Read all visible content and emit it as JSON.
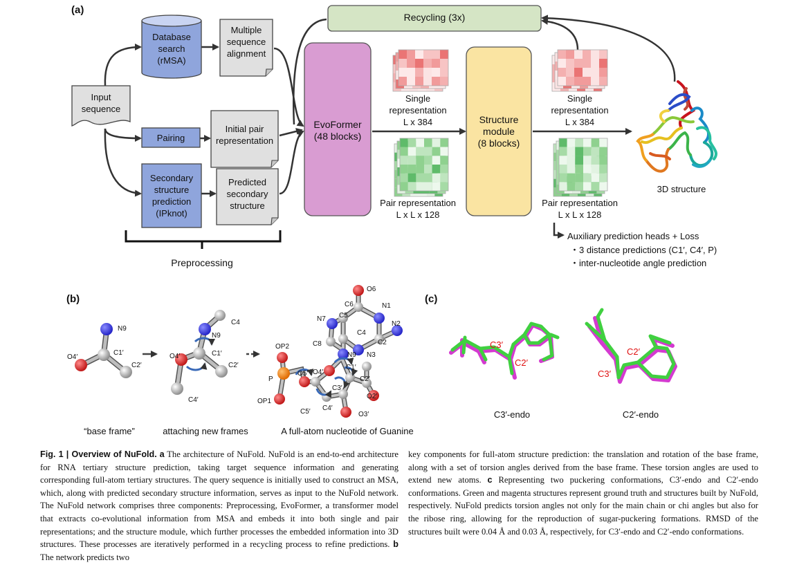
{
  "panels": {
    "a": "(a)",
    "b": "(b)",
    "c": "(c)"
  },
  "a": {
    "input": "Input\nsequence",
    "db_search": "Database\nsearch\n(rMSA)",
    "msa": "Multiple\nsequence\nalignment",
    "pairing": "Pairing",
    "initial_pair": "Initial pair\nrepresentation",
    "ss_pred": "Secondary\nstructure\nprediction\n(IPknot)",
    "pred_ss": "Predicted\nsecondary\nstructure",
    "recycling": "Recycling (3x)",
    "evoformer": "EvoFormer\n(48 blocks)",
    "structure_module": "Structure\nmodule\n(8 blocks)",
    "single_rep_1": "Single\nrepresentation\nL x 384",
    "pair_rep_1": "Pair representation\nL x L x 128",
    "single_rep_2": "Single\nrepresentation\nL x 384",
    "pair_rep_2": "Pair representation\nL x L x 128",
    "structure_3d": "3D structure",
    "preprocessing": "Preprocessing",
    "aux_title": "Auxiliary prediction heads + Loss",
    "aux_items": [
      "・3 distance predictions (C1′, C4′, P)",
      "・inter-nucleotide angle prediction"
    ]
  },
  "b": {
    "base_frame": "“base frame”",
    "attaching": "attaching new frames",
    "full_atom": "A full-atom nucleotide of Guanine",
    "atoms1": {
      "n9": "N9",
      "o4": "O4′",
      "c1": "C1′",
      "c2": "C2′"
    },
    "atoms2": {
      "c4": "C4",
      "n9": "N9",
      "o4": "O4′",
      "c1": "C1′",
      "c2": "C2′",
      "c4p": "C4′"
    },
    "atoms3": {
      "o6": "O6",
      "c6": "C6",
      "n1": "N1",
      "n7": "N7",
      "c5": "C5",
      "n2": "N2",
      "c4": "C4",
      "c2": "C2",
      "c8": "C8",
      "n9": "N9",
      "n3": "N3",
      "op2": "OP2",
      "c1": "C1′",
      "o5": "O5′",
      "o4": "O4′",
      "p": "P",
      "c2p": "C2′",
      "c3": "C3′",
      "op1": "OP1",
      "c4p": "C4′",
      "o2": "O2′",
      "c5p": "C5′",
      "o3": "O3′"
    }
  },
  "c": {
    "endo1": "C3′-endo",
    "endo2": "C2′-endo",
    "m1a": "C3′",
    "m1b": "C2′",
    "m2a": "C2′",
    "m2b": "C3′"
  },
  "caption": {
    "fig_label": "Fig. 1 | Overview of NuFold.",
    "a_label": "a",
    "col1_a": " The architecture of NuFold. NuFold is an end-to-end architecture for RNA tertiary structure prediction, taking target sequence information and generating corresponding full-atom tertiary structures. The query sequence is initially used to construct an MSA, which, along with predicted secondary structure information, serves as input to the NuFold network. The NuFold network comprises three components: Preprocessing, EvoFormer, a transformer model that extracts co-evolutional information from MSA and embeds it into both single and pair representations; and the structure module, which further processes the embedded information into 3D structures. These processes are iteratively performed in a recycling process to refine predictions. ",
    "b_label": "b",
    "col1_b": " The network predicts two",
    "col2_a": "key components for full-atom structure prediction: the translation and rotation of the base frame, along with a set of torsion angles derived from the base frame. These torsion angles are used to extend new atoms. ",
    "c_label": "c",
    "col2_b": " Representing two puckering conformations, C3′-endo and C2′-endo conformations. Green and magenta structures represent ground truth and structures built by NuFold, respectively. NuFold predicts torsion angles not only for the main chain or chi angles but also for the ribose ring, allowing for the reproduction of sugar-puckering formations. RMSD of the structures built were 0.04 Å and 0.03 Å, respectively, for C3′-endo and C2′-endo conformations."
  }
}
